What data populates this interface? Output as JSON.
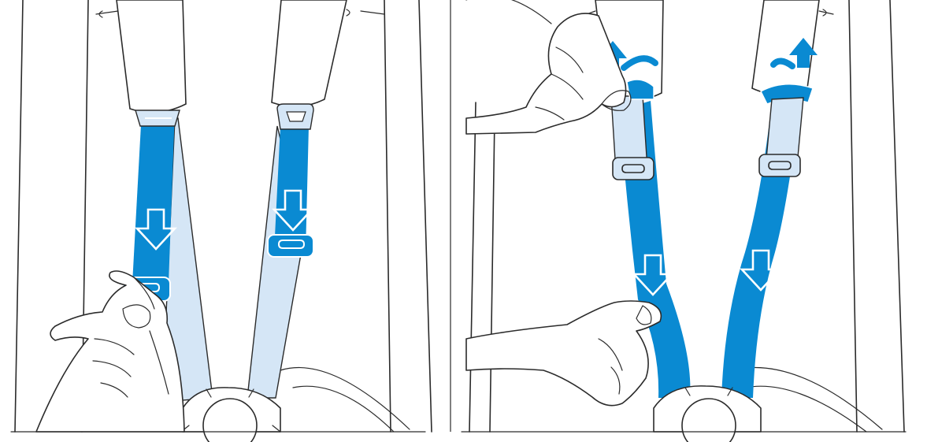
{
  "figure": {
    "panels": [
      {
        "id": "loosen",
        "action": "pull-buckle-down"
      },
      {
        "id": "adjust",
        "action": "lift-tabs-up-and-pull-straps-down"
      }
    ],
    "colors": {
      "strap_active": "#0a8ad2",
      "strap_inactive": "#d5e6f6",
      "buckle_fill": "#d5e6f6",
      "outline": "#2b2b2b",
      "background": "#ffffff"
    },
    "icons": [
      "arrow-down-icon",
      "curved-arrow-up-icon",
      "hand-icon",
      "buckle-icon",
      "shoulder-pad-icon",
      "harness-hub-icon"
    ]
  }
}
